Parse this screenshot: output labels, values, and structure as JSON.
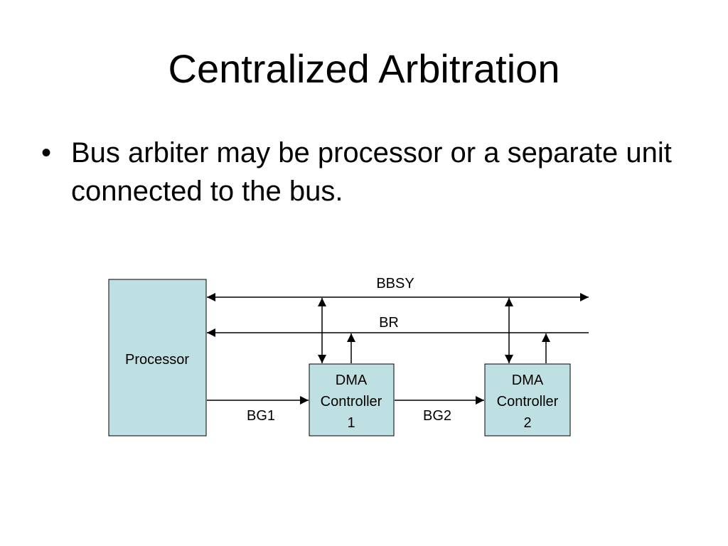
{
  "slide": {
    "title": "Centralized Arbitration",
    "bullets": [
      "Bus arbiter may be processor or a separate unit connected to the bus."
    ],
    "bullet_symbol": "•"
  },
  "diagram": {
    "lines": {
      "bbsy": "BBSY",
      "br": "BR",
      "bg1": "BG1",
      "bg2": "BG2"
    },
    "blocks": {
      "processor": [
        "Processor"
      ],
      "dma1": [
        "DMA",
        "Controller",
        "1"
      ],
      "dma2": [
        "DMA",
        "Controller",
        "2"
      ]
    },
    "colors": {
      "block_fill": "#bfe0e3",
      "line": "#000000"
    }
  }
}
